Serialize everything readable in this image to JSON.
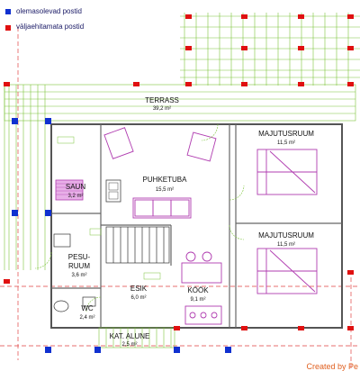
{
  "legend": {
    "existing_posts": {
      "label": "olemasolevad postid",
      "color": "#1030d0"
    },
    "planned_posts": {
      "label": "väljaehitamata postid",
      "color": "#e01010"
    }
  },
  "rooms": {
    "terrass": {
      "name": "TERRASS",
      "area": "39,2 m²"
    },
    "puhketuba": {
      "name": "PUHKETUBA",
      "area": "15,5 m²"
    },
    "majutusruum1": {
      "name": "MAJUTUSRUUM",
      "area": "11,5 m²"
    },
    "majutusruum2": {
      "name": "MAJUTUSRUUM",
      "area": "11,5 m²"
    },
    "saun": {
      "name": "SAUN",
      "area": "3,2 m²"
    },
    "pesuruum": {
      "name_line1": "PESU-",
      "name_line2": "RUUM",
      "area": "3,6 m²"
    },
    "esik": {
      "name": "ESIK",
      "area": "6,0 m²"
    },
    "kook": {
      "name": "KÖÖK",
      "area": "9,1 m²"
    },
    "wc": {
      "name": "WC",
      "area": "2,4 m²"
    },
    "kat_alune": {
      "name": "KAT. ALUNE",
      "area": "2,5 m²"
    }
  },
  "credit": "Created by Pe",
  "colors": {
    "terrace_line": "#7cc43a",
    "wall": "#555555",
    "furniture": "#b03cb0",
    "dim_red": "#e04040",
    "sauna_fill": "#e8b0e8"
  }
}
